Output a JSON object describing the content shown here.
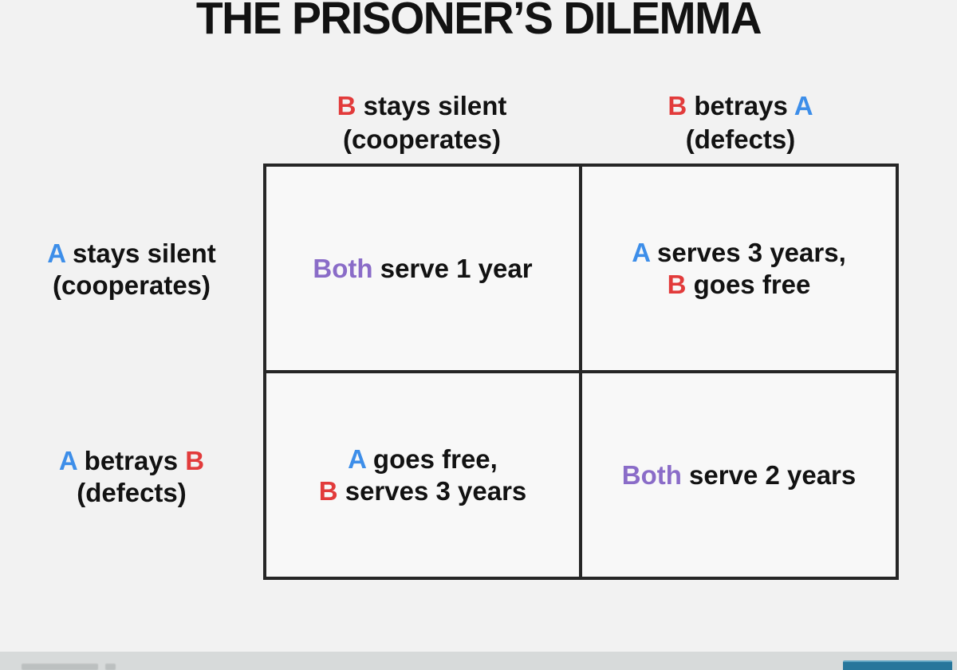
{
  "title": "THE PRISONER’S DILEMMA",
  "colors": {
    "red": "#E23B3B",
    "blue": "#3D8EE9",
    "purple": "#8A6CC8",
    "text": "#121212",
    "grid": "#262626",
    "page_bg": "#F2F2F2",
    "cell_bg": "#F8F8F8",
    "footer_bar": "#D7DADA",
    "footer_button": "#27769B",
    "footer_button_edge": "#5FA5C2",
    "watermark": "#BCC0C0"
  },
  "matrix": {
    "column_headers": [
      {
        "line1": [
          {
            "text": "B",
            "color": "red"
          },
          {
            "text": " stays silent",
            "color": "text"
          }
        ],
        "line2": [
          {
            "text": "(cooperates)",
            "color": "text"
          }
        ]
      },
      {
        "line1": [
          {
            "text": "B",
            "color": "red"
          },
          {
            "text": " betrays ",
            "color": "text"
          },
          {
            "text": "A",
            "color": "blue"
          }
        ],
        "line2": [
          {
            "text": "(defects)",
            "color": "text"
          }
        ]
      }
    ],
    "row_headers": [
      {
        "line1": [
          {
            "text": "A",
            "color": "blue"
          },
          {
            "text": " stays silent",
            "color": "text"
          }
        ],
        "line2": [
          {
            "text": "(cooperates)",
            "color": "text"
          }
        ]
      },
      {
        "line1": [
          {
            "text": "A",
            "color": "blue"
          },
          {
            "text": " betrays ",
            "color": "text"
          },
          {
            "text": "B",
            "color": "red"
          }
        ],
        "line2": [
          {
            "text": "(defects)",
            "color": "text"
          }
        ]
      }
    ],
    "cells": {
      "top_left": {
        "line1": [
          {
            "text": "Both",
            "color": "purple"
          },
          {
            "text": " serve 1 year",
            "color": "text"
          }
        ]
      },
      "top_right": {
        "line1": [
          {
            "text": "A",
            "color": "blue"
          },
          {
            "text": " serves 3 years,",
            "color": "text"
          }
        ],
        "line2": [
          {
            "text": "B",
            "color": "red"
          },
          {
            "text": " goes free",
            "color": "text"
          }
        ]
      },
      "bottom_left": {
        "line1": [
          {
            "text": "A",
            "color": "blue"
          },
          {
            "text": " goes free,",
            "color": "text"
          }
        ],
        "line2": [
          {
            "text": "B",
            "color": "red"
          },
          {
            "text": " serves 3 years",
            "color": "text"
          }
        ]
      },
      "bottom_right": {
        "line1": [
          {
            "text": "Both",
            "color": "purple"
          },
          {
            "text": " serve 2 years",
            "color": "text"
          }
        ]
      }
    }
  }
}
